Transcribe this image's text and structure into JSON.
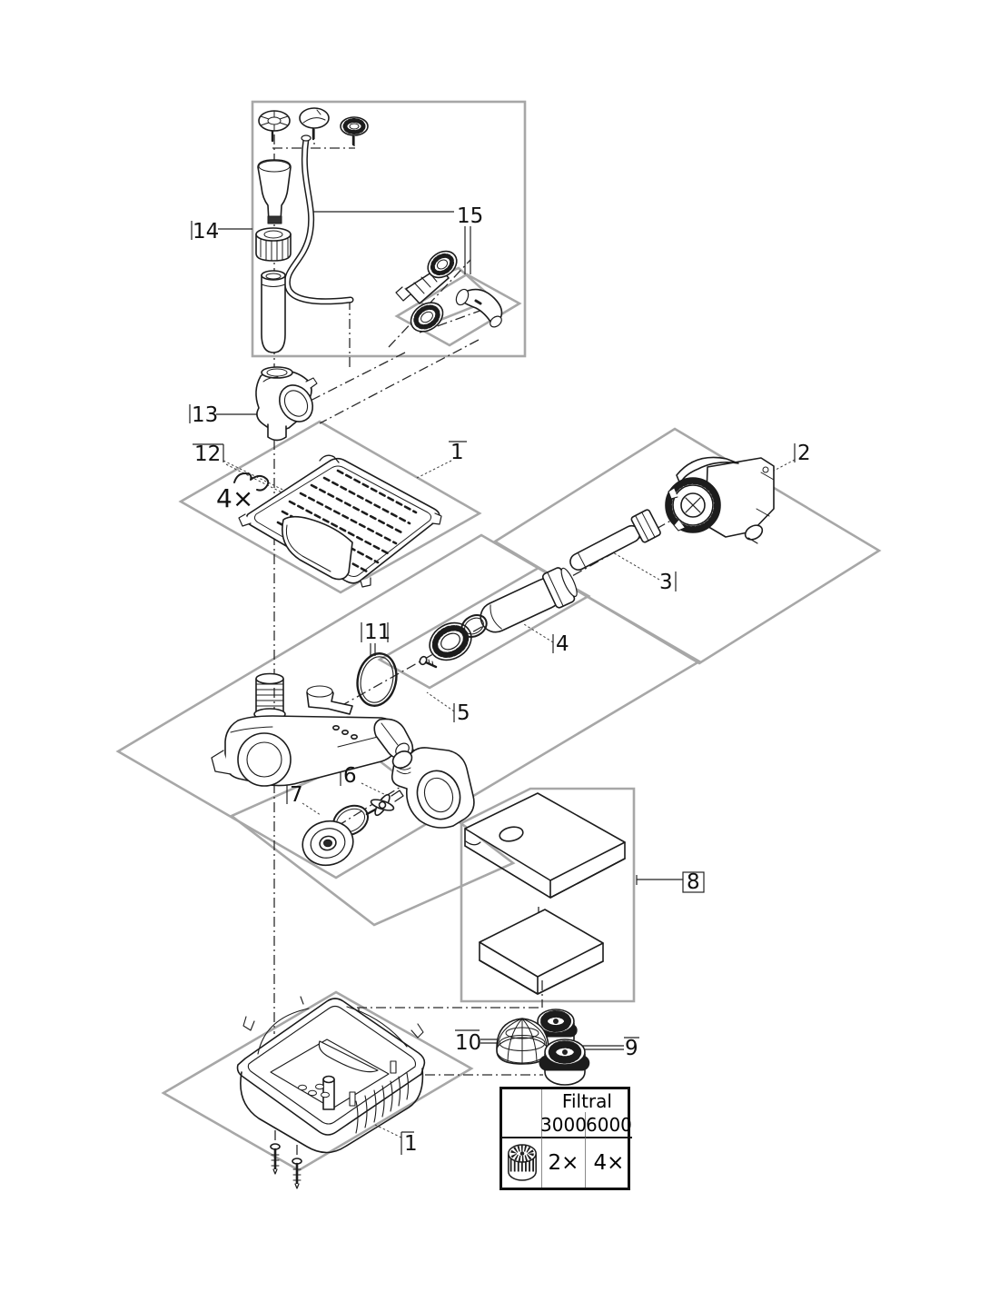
{
  "callouts": {
    "part_1_top": "1",
    "part_2": "2",
    "part_3": "3",
    "part_4": "4",
    "part_5": "5",
    "part_6": "6",
    "part_7": "7",
    "part_8": "8",
    "part_9": "9",
    "part_10": "10",
    "part_11": "11",
    "part_12": "12",
    "part_13": "13",
    "part_14": "14",
    "part_15": "15",
    "part_1_bottom": "1",
    "clip_quantity": "4×"
  },
  "table": {
    "header": "Filtral",
    "columns": [
      "3000",
      "6000"
    ],
    "row": {
      "icon": "filter-media-icon",
      "values": [
        "2×",
        "4×"
      ]
    }
  },
  "icons": {
    "filter_media": "filter-media-icon"
  }
}
